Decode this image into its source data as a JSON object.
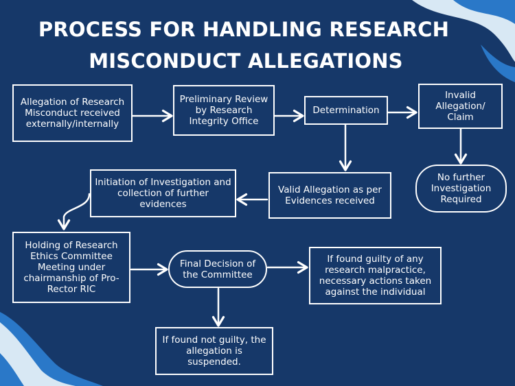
{
  "title": {
    "line1": "PROCESS FOR HANDLING RESEARCH",
    "line2": "MISCONDUCT ALLEGATIONS"
  },
  "nodes": {
    "allegation": "Allegation of Research Misconduct received externally/internally",
    "preliminary": "Preliminary Review by Research Integrity Office",
    "determination": "Determination",
    "invalid": "Invalid Allegation/ Claim",
    "no_further": "No further Investigation Required",
    "valid": "Valid Allegation as per Evidences received",
    "initiation": "Initiation of Investigation and collection of further evidences",
    "holding": "Holding of Research Ethics Committee Meeting under chairmanship of Pro-Rector RIC",
    "final_decision": "Final Decision of the Committee",
    "guilty": "If found guilty of any research malpractice, necessary actions taken against the individual",
    "not_guilty": "If found not guilty, the allegation is suspended."
  },
  "colors": {
    "background": "#163869",
    "foreground": "#ffffff",
    "wave": "#d8e8f4",
    "wave_dark": "#2a78c8"
  }
}
